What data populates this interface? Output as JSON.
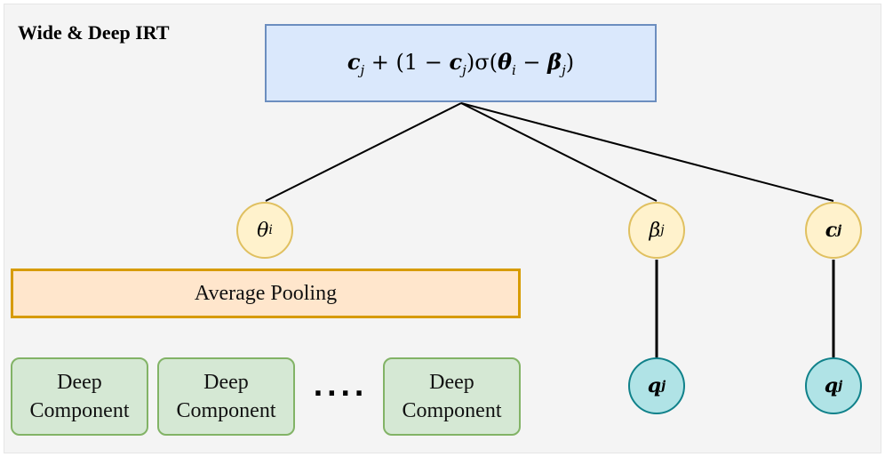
{
  "diagram": {
    "title": "Wide & Deep IRT",
    "formula": {
      "c": "c",
      "j": "j",
      "plus": " + (1 − ",
      "close_sigma": ")σ(",
      "theta": "θ",
      "i": "i",
      "minus": " − ",
      "beta": "β"
    },
    "nodes": {
      "theta": {
        "symbol": "θ",
        "sub": "i"
      },
      "beta": {
        "symbol": "β",
        "sub": "j"
      },
      "c": {
        "symbol": "c",
        "sub": "j"
      },
      "q_left": {
        "symbol": "q",
        "sub": "j"
      },
      "q_right": {
        "symbol": "q",
        "sub": "j"
      }
    },
    "pooling_label": "Average Pooling",
    "deep_components": [
      {
        "line1": "Deep",
        "line2": "Component"
      },
      {
        "line1": "Deep",
        "line2": "Component"
      },
      {
        "line1": "Deep",
        "line2": "Component"
      }
    ],
    "ellipsis": "....",
    "colors": {
      "formula_fill": "#dae8fc",
      "formula_border": "#6c8ebf",
      "param_fill": "#fff2cc",
      "param_border": "#e0c060",
      "q_fill": "#b0e3e6",
      "q_border": "#10818a",
      "pool_fill": "#ffe6cc",
      "pool_border": "#d79b00",
      "deep_fill": "#d5e8d4",
      "deep_border": "#82b366"
    }
  }
}
